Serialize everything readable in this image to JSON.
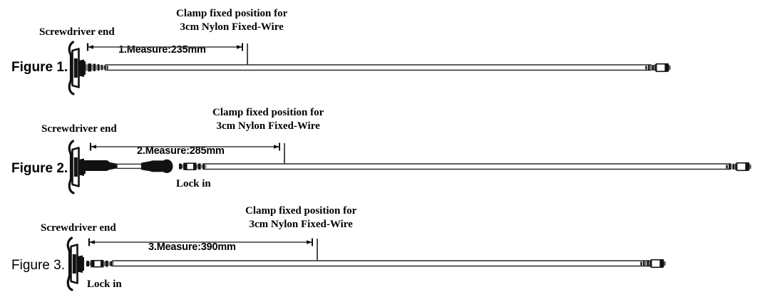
{
  "diagram": {
    "title": "Cable installation measurement figures",
    "line_color": "#1a1a1a",
    "fill_color": "#000000",
    "background": "#ffffff"
  },
  "figures": [
    {
      "id": "figure-1",
      "label": "Figure 1.",
      "label_weight": "bold",
      "screwdriver_label": "Screwdriver end",
      "clamp_label_line1": "Clamp fixed position for",
      "clamp_label_line2": "3cm Nylon Fixed-Wire",
      "measure_text": "1.Measure:235mm",
      "lock_in_label": "",
      "has_lock_in": false
    },
    {
      "id": "figure-2",
      "label": "Figure 2.",
      "label_weight": "bold",
      "screwdriver_label": "Screwdriver end",
      "clamp_label_line1": "Clamp fixed position for",
      "clamp_label_line2": "3cm Nylon Fixed-Wire",
      "measure_text": "2.Measure:285mm",
      "lock_in_label": "Lock in",
      "has_lock_in": true
    },
    {
      "id": "figure-3",
      "label": "Figure 3.",
      "label_weight": "regular",
      "screwdriver_label": "Screwdriver end",
      "clamp_label_line1": "Clamp fixed position for",
      "clamp_label_line2": "3cm Nylon Fixed-Wire",
      "measure_text": "3.Measure:390mm",
      "lock_in_label": "Lock in",
      "has_lock_in": true
    }
  ]
}
